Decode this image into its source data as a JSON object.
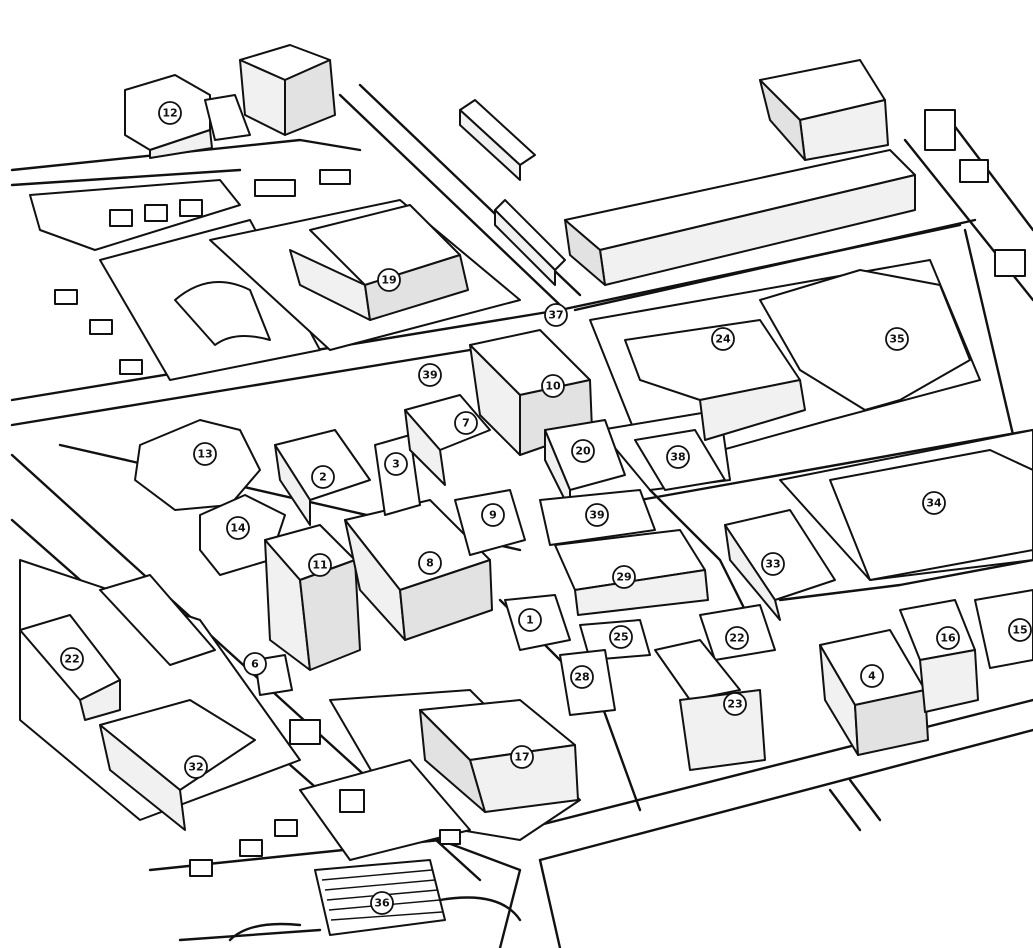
{
  "map": {
    "style": "hand-drawn isometric campus map, black ink on white",
    "colors": {
      "ink": "#111111",
      "paper": "#ffffff",
      "shade": "#f1f1f1"
    },
    "markers": [
      {
        "id": "m1",
        "label": "1"
      },
      {
        "id": "m2",
        "label": "2"
      },
      {
        "id": "m3",
        "label": "3"
      },
      {
        "id": "m4",
        "label": "4"
      },
      {
        "id": "m6",
        "label": "6"
      },
      {
        "id": "m7",
        "label": "7"
      },
      {
        "id": "m8",
        "label": "8"
      },
      {
        "id": "m9",
        "label": "9"
      },
      {
        "id": "m10",
        "label": "10"
      },
      {
        "id": "m11",
        "label": "11"
      },
      {
        "id": "m12",
        "label": "12"
      },
      {
        "id": "m13",
        "label": "13"
      },
      {
        "id": "m14",
        "label": "14"
      },
      {
        "id": "m15",
        "label": "15"
      },
      {
        "id": "m16",
        "label": "16"
      },
      {
        "id": "m17",
        "label": "17"
      },
      {
        "id": "m19",
        "label": "19"
      },
      {
        "id": "m20",
        "label": "20"
      },
      {
        "id": "m22a",
        "label": "22"
      },
      {
        "id": "m22b",
        "label": "22"
      },
      {
        "id": "m23",
        "label": "23"
      },
      {
        "id": "m24",
        "label": "24"
      },
      {
        "id": "m25",
        "label": "25"
      },
      {
        "id": "m28",
        "label": "28"
      },
      {
        "id": "m29",
        "label": "29"
      },
      {
        "id": "m32",
        "label": "32"
      },
      {
        "id": "m33",
        "label": "33"
      },
      {
        "id": "m34",
        "label": "34"
      },
      {
        "id": "m35",
        "label": "35"
      },
      {
        "id": "m36",
        "label": "36"
      },
      {
        "id": "m37",
        "label": "37"
      },
      {
        "id": "m38",
        "label": "38"
      },
      {
        "id": "m39a",
        "label": "39"
      },
      {
        "id": "m39b",
        "label": "39"
      }
    ]
  }
}
